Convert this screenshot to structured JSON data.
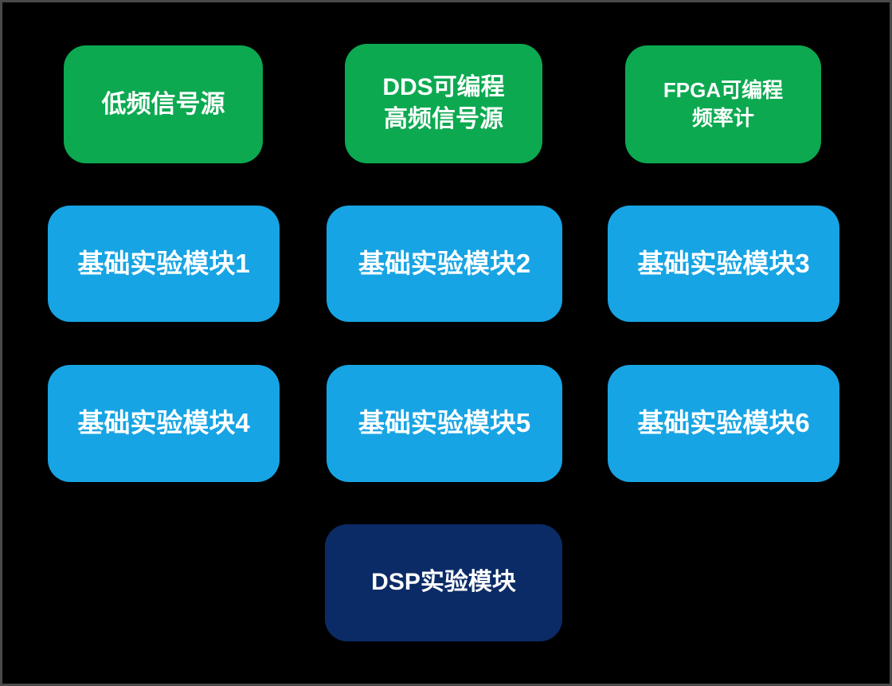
{
  "diagram": {
    "title": "experiment-platform-module-diagram",
    "colors": {
      "background": "#000000",
      "border": "#4a4a4a",
      "green_block": "#0ca951",
      "blue_block": "#17a4e4",
      "navy_block": "#0b2b66",
      "text": "#ffffff"
    },
    "top_row": [
      {
        "label": "低频信号源"
      },
      {
        "label": "DDS可编程\n高频信号源"
      },
      {
        "label": "FPGA可编程\n频率计"
      }
    ],
    "basic_modules": [
      {
        "label": "基础实验模块1"
      },
      {
        "label": "基础实验模块2"
      },
      {
        "label": "基础实验模块3"
      },
      {
        "label": "基础实验模块4"
      },
      {
        "label": "基础实验模块5"
      },
      {
        "label": "基础实验模块6"
      }
    ],
    "bottom": {
      "label": "DSP实验模块"
    }
  }
}
